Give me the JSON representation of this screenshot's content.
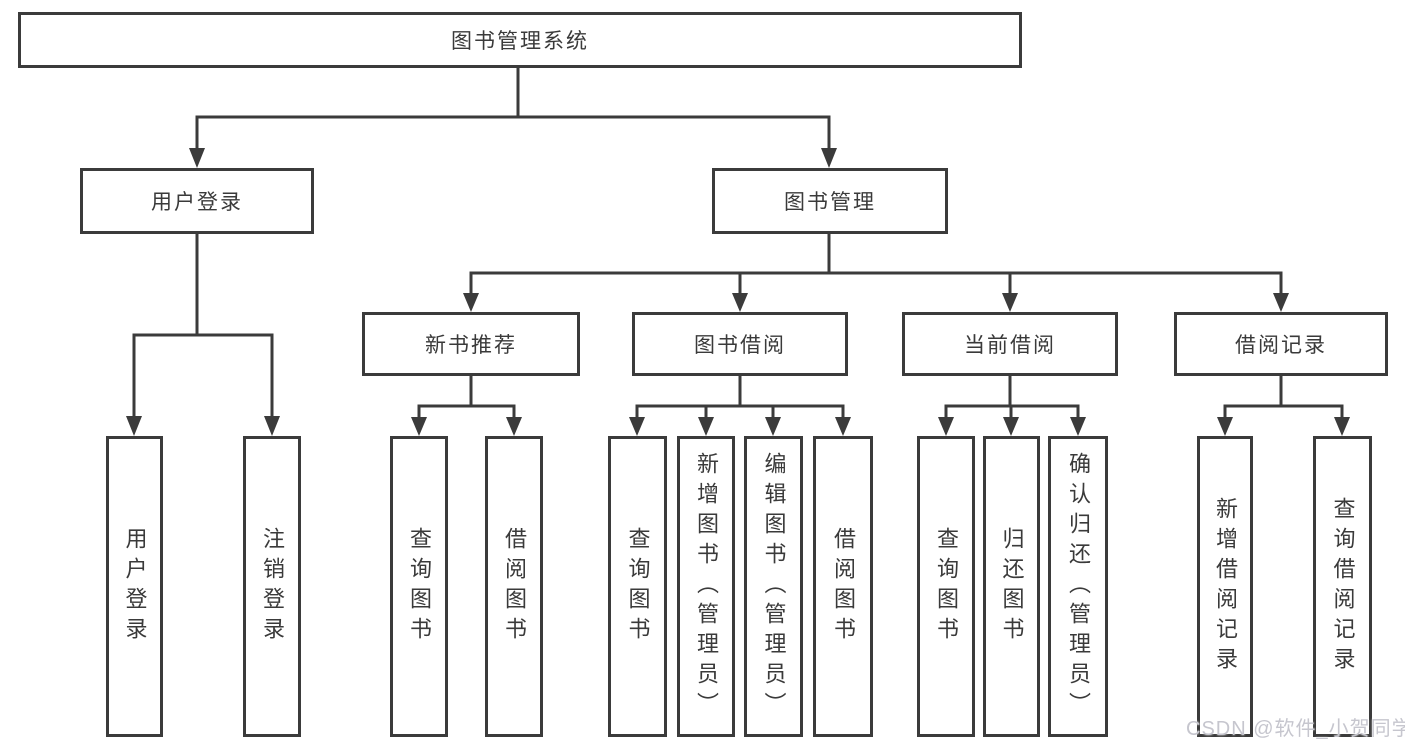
{
  "diagram": {
    "title": "图书管理系统",
    "children": [
      {
        "label": "用户登录",
        "children": [
          "用户登录",
          "注销登录"
        ]
      },
      {
        "label": "图书管理",
        "children": [
          {
            "label": "新书推荐",
            "children": [
              "查询图书",
              "借阅图书"
            ]
          },
          {
            "label": "图书借阅",
            "children": [
              "查询图书",
              "新增图书（管理员）",
              "编辑图书（管理员）",
              "借阅图书"
            ]
          },
          {
            "label": "当前借阅",
            "children": [
              "查询图书",
              "归还图书",
              "确认归还（管理员）"
            ]
          },
          {
            "label": "借阅记录",
            "children": [
              "新增借阅记录",
              "查询借阅记录"
            ]
          }
        ]
      }
    ]
  },
  "watermark": "CSDN @软件_小贺同学",
  "colors": {
    "line": "#3b3b3b",
    "box_border": "#3b3b3b",
    "text": "#3a3a3a",
    "watermark": "#c6c6ce",
    "background": "#ffffff"
  }
}
